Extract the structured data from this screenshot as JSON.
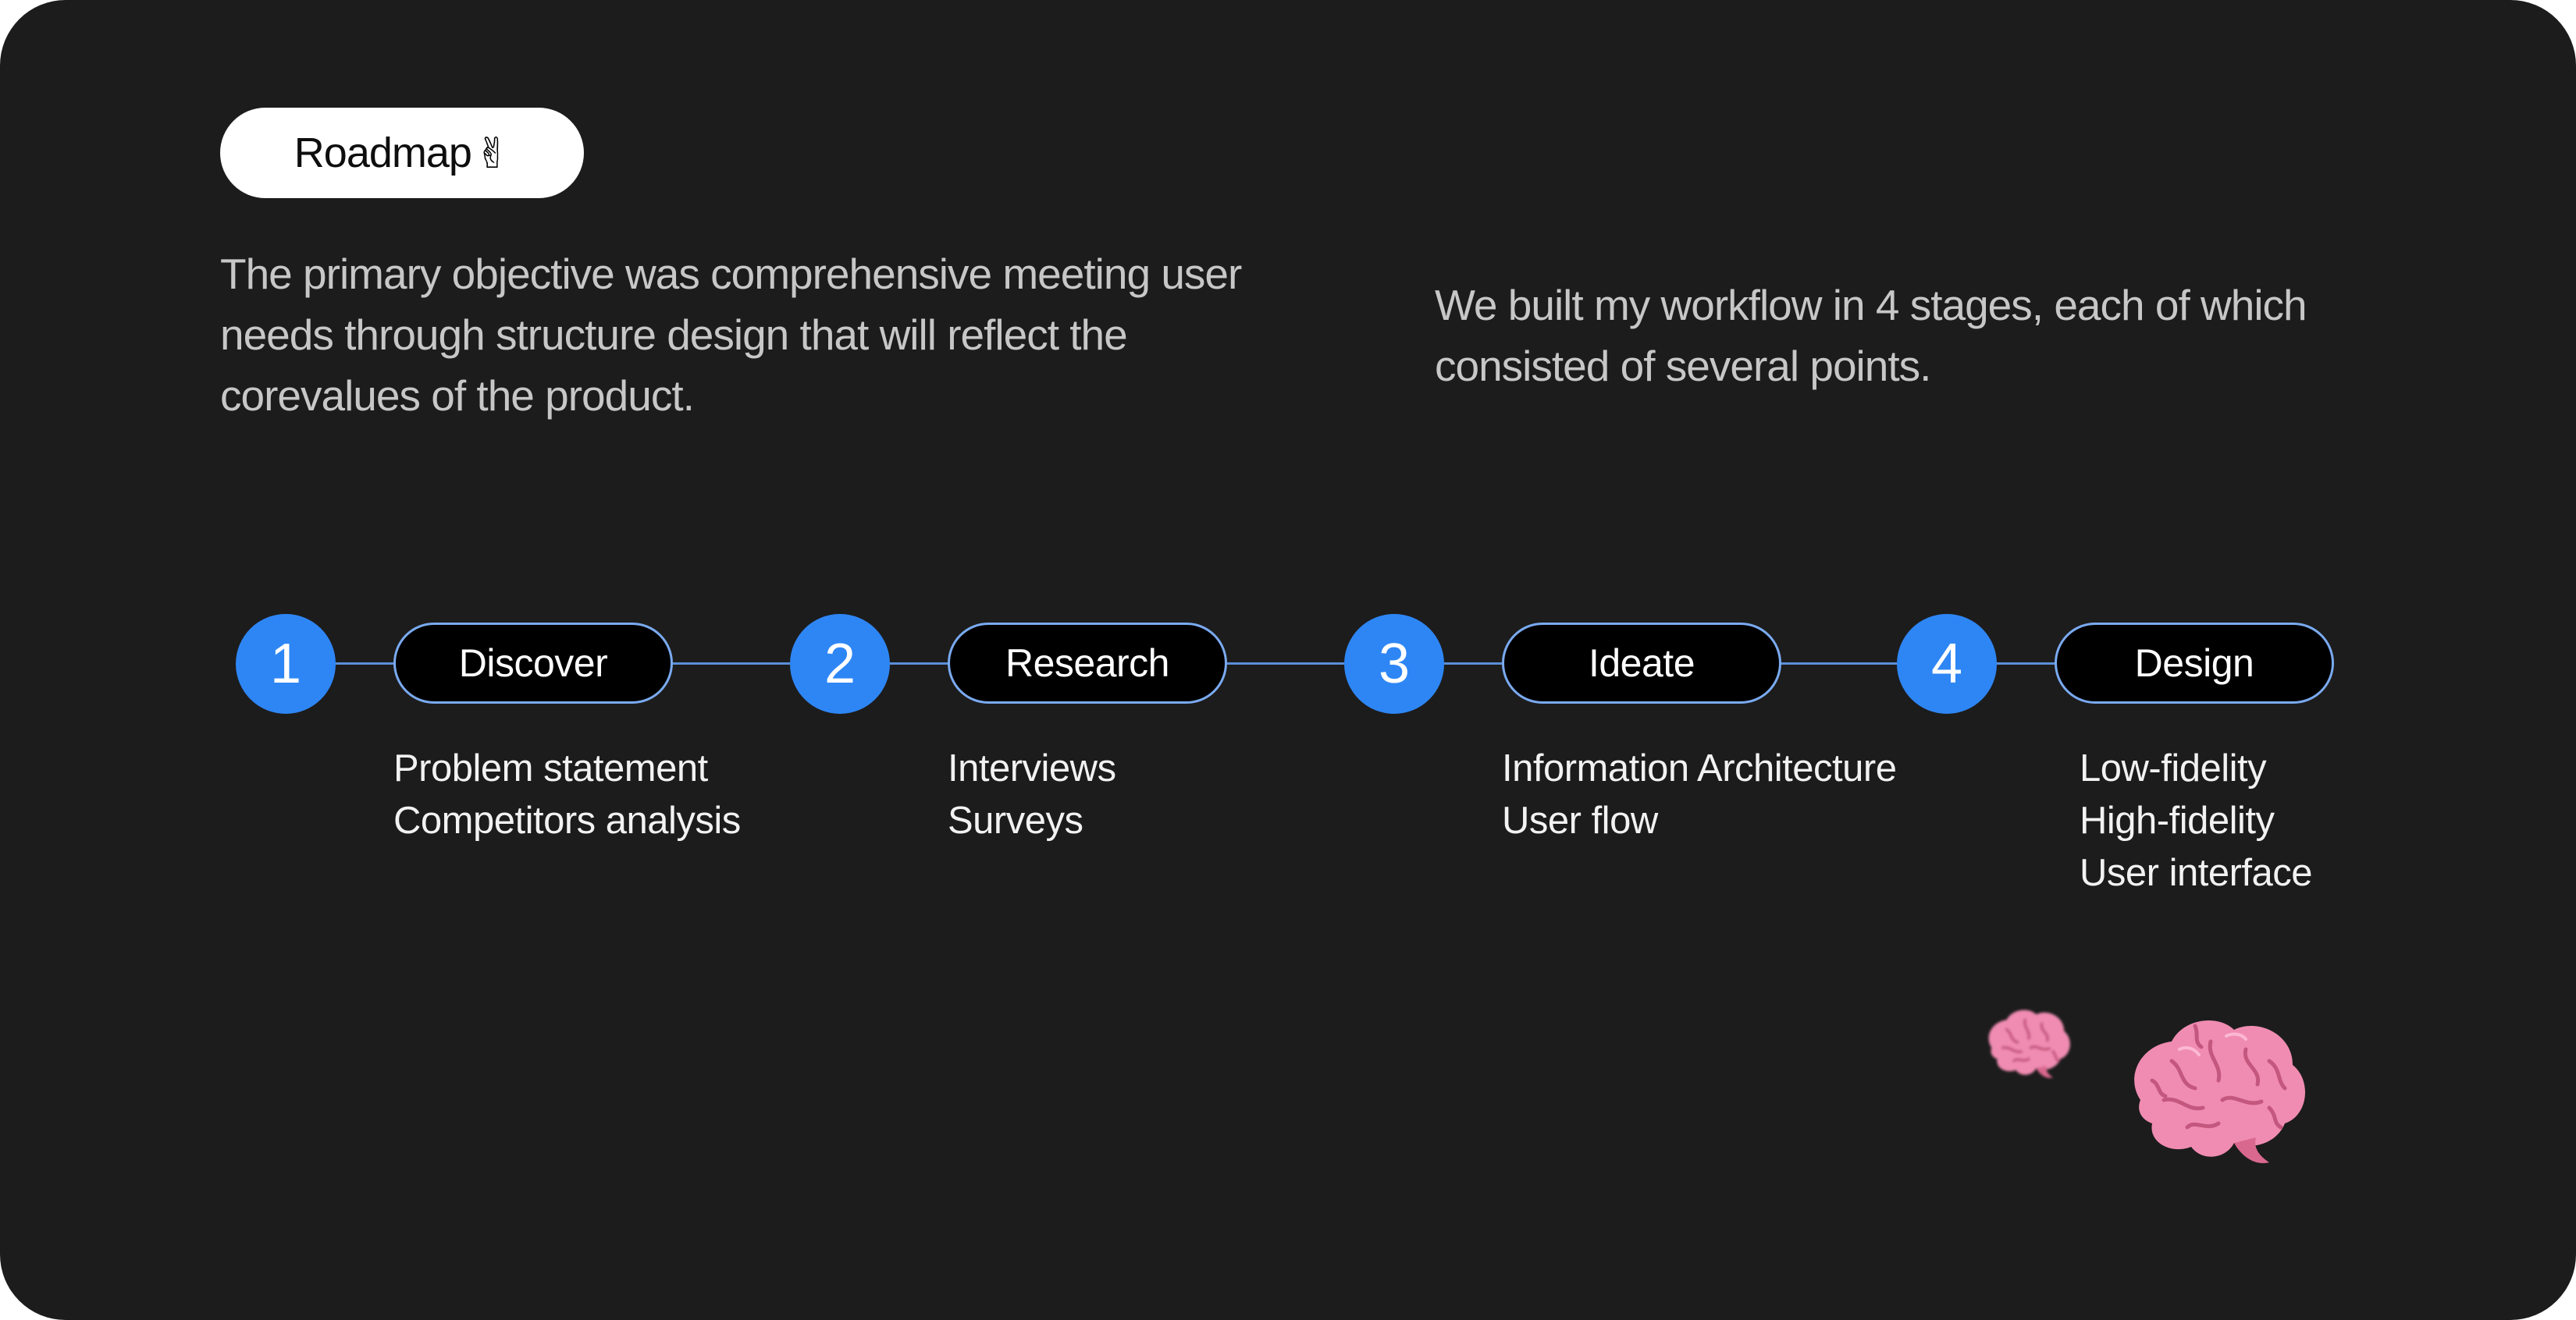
{
  "badge": {
    "label": "Roadmap",
    "emoji": "✌"
  },
  "intro": {
    "objective": "The primary objective was comprehensive meeting user needs through structure design that will reflect the corevalues of the product.",
    "workflow": "We built my workflow in 4 stages, each of which consisted of several points."
  },
  "stages": [
    {
      "number": "1",
      "title": "Discover",
      "points": [
        "Problem statement",
        "Competitors analysis"
      ]
    },
    {
      "number": "2",
      "title": "Research",
      "points": [
        "Interviews",
        "Surveys"
      ]
    },
    {
      "number": "3",
      "title": "Ideate",
      "points": [
        "Information Architecture",
        "User flow"
      ]
    },
    {
      "number": "4",
      "title": "Design",
      "points": [
        "Low-fidelity",
        "High-fidelity",
        "User interface"
      ]
    }
  ],
  "decorations": {
    "small_image": "brain-emoji",
    "large_image": "brain-emoji"
  },
  "colors": {
    "background": "#1c1c1c",
    "badge": "#ffffff",
    "step_circle": "#2e86f5",
    "pill_border": "#7aaaf0",
    "connector": "#5b8fd9",
    "brain": "#f28cb0"
  }
}
